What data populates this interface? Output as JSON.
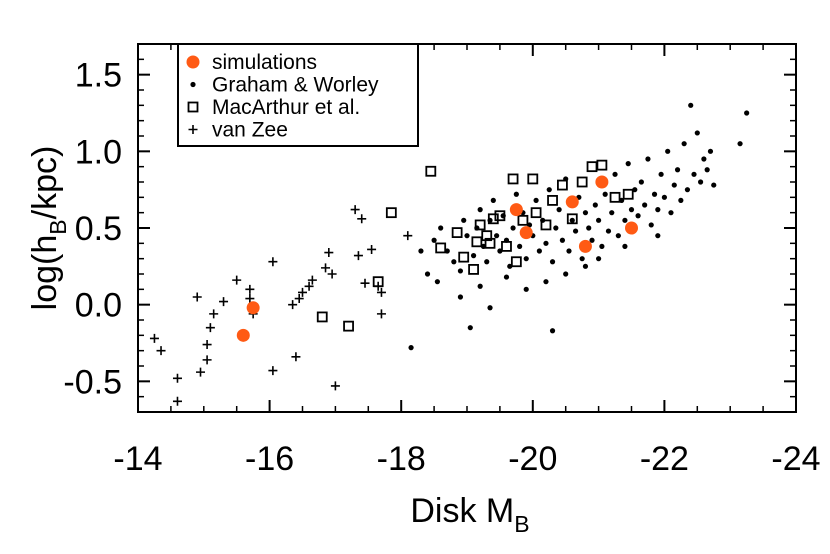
{
  "chart_data": {
    "type": "scatter",
    "title": "",
    "xlabel": "Disk M",
    "xlabel_sub": "B",
    "ylabel_pre": "log(h",
    "ylabel_sub": "B",
    "ylabel_post": "/kpc)",
    "xlim": [
      -14,
      -24
    ],
    "ylim": [
      -0.7,
      1.7
    ],
    "x_ticks": [
      -14,
      -16,
      -18,
      -20,
      -22,
      -24
    ],
    "y_ticks": [
      -0.5,
      0.0,
      0.5,
      1.0,
      1.5
    ],
    "x_tick_labels": [
      "-14",
      "-16",
      "-18",
      "-20",
      "-22",
      "-24"
    ],
    "y_tick_labels": [
      "-0.5",
      "0.0",
      "0.5",
      "1.0",
      "1.5"
    ],
    "grid": false,
    "legend_position": "top-left",
    "series": [
      {
        "name": "simulations",
        "marker": "large-filled-circle",
        "color": "#ff5a14",
        "points": [
          [
            -15.6,
            -0.2
          ],
          [
            -15.75,
            -0.02
          ],
          [
            -19.75,
            0.62
          ],
          [
            -19.9,
            0.47
          ],
          [
            -20.6,
            0.67
          ],
          [
            -20.8,
            0.38
          ],
          [
            -21.05,
            0.8
          ],
          [
            -21.5,
            0.5
          ]
        ]
      },
      {
        "name": "Graham & Worley",
        "marker": "small-filled-circle",
        "color": "#000000",
        "points": [
          [
            -18.15,
            -0.28
          ],
          [
            -18.3,
            0.35
          ],
          [
            -18.5,
            0.42
          ],
          [
            -18.6,
            0.5
          ],
          [
            -18.7,
            0.35
          ],
          [
            -18.8,
            0.28
          ],
          [
            -18.9,
            0.22
          ],
          [
            -18.95,
            0.55
          ],
          [
            -19.0,
            0.45
          ],
          [
            -19.05,
            -0.15
          ],
          [
            -19.1,
            0.32
          ],
          [
            -19.15,
            0.5
          ],
          [
            -19.2,
            0.62
          ],
          [
            -19.25,
            0.38
          ],
          [
            -19.3,
            0.28
          ],
          [
            -19.35,
            0.55
          ],
          [
            -19.4,
            0.68
          ],
          [
            -19.45,
            0.45
          ],
          [
            -19.5,
            0.35
          ],
          [
            -19.55,
            0.58
          ],
          [
            -19.6,
            0.42
          ],
          [
            -19.65,
            0.25
          ],
          [
            -19.7,
            0.5
          ],
          [
            -19.75,
            0.72
          ],
          [
            -19.8,
            0.38
          ],
          [
            -19.85,
            0.6
          ],
          [
            -19.9,
            0.3
          ],
          [
            -19.95,
            0.52
          ],
          [
            -20.0,
            0.45
          ],
          [
            -20.05,
            0.68
          ],
          [
            -20.1,
            0.35
          ],
          [
            -20.15,
            0.55
          ],
          [
            -20.2,
            0.4
          ],
          [
            -20.25,
            0.75
          ],
          [
            -20.3,
            0.28
          ],
          [
            -20.35,
            0.5
          ],
          [
            -20.4,
            0.62
          ],
          [
            -20.45,
            0.42
          ],
          [
            -20.5,
            0.82
          ],
          [
            -20.55,
            0.35
          ],
          [
            -20.6,
            0.55
          ],
          [
            -20.65,
            0.48
          ],
          [
            -20.7,
            0.7
          ],
          [
            -20.75,
            0.3
          ],
          [
            -20.8,
            0.6
          ],
          [
            -20.85,
            0.5
          ],
          [
            -20.9,
            0.42
          ],
          [
            -20.95,
            0.65
          ],
          [
            -21.0,
            0.55
          ],
          [
            -21.05,
            0.38
          ],
          [
            -21.1,
            0.72
          ],
          [
            -21.15,
            0.48
          ],
          [
            -21.2,
            0.6
          ],
          [
            -21.25,
            0.85
          ],
          [
            -21.3,
            0.45
          ],
          [
            -21.35,
            0.68
          ],
          [
            -21.4,
            0.55
          ],
          [
            -21.45,
            0.92
          ],
          [
            -21.5,
            0.62
          ],
          [
            -21.55,
            0.75
          ],
          [
            -21.6,
            0.58
          ],
          [
            -21.65,
            0.8
          ],
          [
            -21.7,
            0.65
          ],
          [
            -21.75,
            0.95
          ],
          [
            -21.8,
            0.52
          ],
          [
            -21.85,
            0.72
          ],
          [
            -21.9,
            0.62
          ],
          [
            -21.95,
            0.85
          ],
          [
            -22.0,
            0.7
          ],
          [
            -22.05,
            1.0
          ],
          [
            -22.1,
            0.6
          ],
          [
            -22.15,
            0.78
          ],
          [
            -22.2,
            0.88
          ],
          [
            -22.25,
            0.68
          ],
          [
            -22.3,
            1.05
          ],
          [
            -22.35,
            0.75
          ],
          [
            -22.4,
            1.3
          ],
          [
            -22.45,
            0.85
          ],
          [
            -22.5,
            1.12
          ],
          [
            -22.55,
            0.8
          ],
          [
            -22.6,
            0.95
          ],
          [
            -22.65,
            0.88
          ],
          [
            -22.7,
            1.0
          ],
          [
            -22.75,
            0.78
          ],
          [
            -23.15,
            1.05
          ],
          [
            -23.25,
            1.25
          ],
          [
            -20.3,
            -0.17
          ],
          [
            -19.35,
            -0.02
          ],
          [
            -18.55,
            0.15
          ],
          [
            -18.9,
            0.05
          ],
          [
            -20.5,
            0.2
          ],
          [
            -21.0,
            0.3
          ],
          [
            -20.2,
            0.15
          ],
          [
            -19.6,
            0.18
          ],
          [
            -20.8,
            0.25
          ],
          [
            -21.4,
            0.38
          ],
          [
            -21.9,
            0.45
          ],
          [
            -19.2,
            0.12
          ],
          [
            -18.4,
            0.2
          ],
          [
            -19.9,
            0.1
          ]
        ]
      },
      {
        "name": "MacArthur et al.",
        "marker": "open-square",
        "color": "#000000",
        "points": [
          [
            -16.8,
            -0.08
          ],
          [
            -17.2,
            -0.14
          ],
          [
            -17.65,
            0.15
          ],
          [
            -17.85,
            0.6
          ],
          [
            -18.45,
            0.87
          ],
          [
            -18.6,
            0.37
          ],
          [
            -18.85,
            0.47
          ],
          [
            -18.95,
            0.31
          ],
          [
            -19.1,
            0.23
          ],
          [
            -19.15,
            0.41
          ],
          [
            -19.2,
            0.52
          ],
          [
            -19.3,
            0.45
          ],
          [
            -19.35,
            0.4
          ],
          [
            -19.4,
            0.56
          ],
          [
            -19.5,
            0.58
          ],
          [
            -19.6,
            0.38
          ],
          [
            -19.7,
            0.82
          ],
          [
            -19.75,
            0.28
          ],
          [
            -19.85,
            0.55
          ],
          [
            -20.0,
            0.82
          ],
          [
            -20.05,
            0.6
          ],
          [
            -20.2,
            0.52
          ],
          [
            -20.3,
            0.68
          ],
          [
            -20.45,
            0.78
          ],
          [
            -20.6,
            0.56
          ],
          [
            -20.75,
            0.8
          ],
          [
            -20.9,
            0.9
          ],
          [
            -21.05,
            0.91
          ],
          [
            -21.25,
            0.7
          ],
          [
            -21.45,
            0.72
          ]
        ]
      },
      {
        "name": "van Zee",
        "marker": "plus",
        "color": "#000000",
        "points": [
          [
            -14.25,
            -0.22
          ],
          [
            -14.35,
            -0.3
          ],
          [
            -14.6,
            -0.48
          ],
          [
            -14.6,
            -0.63
          ],
          [
            -14.9,
            0.05
          ],
          [
            -14.95,
            -0.44
          ],
          [
            -15.05,
            -0.36
          ],
          [
            -15.05,
            -0.26
          ],
          [
            -15.1,
            -0.15
          ],
          [
            -15.15,
            -0.06
          ],
          [
            -15.3,
            0.02
          ],
          [
            -15.5,
            0.16
          ],
          [
            -15.7,
            0.1
          ],
          [
            -15.7,
            0.04
          ],
          [
            -15.75,
            -0.06
          ],
          [
            -16.05,
            0.28
          ],
          [
            -16.05,
            -0.43
          ],
          [
            -16.35,
            0.0
          ],
          [
            -16.4,
            -0.34
          ],
          [
            -16.45,
            0.04
          ],
          [
            -16.5,
            0.08
          ],
          [
            -16.6,
            0.12
          ],
          [
            -16.65,
            0.16
          ],
          [
            -16.85,
            0.24
          ],
          [
            -16.9,
            0.34
          ],
          [
            -16.95,
            0.2
          ],
          [
            -17.0,
            -0.53
          ],
          [
            -17.3,
            0.62
          ],
          [
            -17.35,
            0.32
          ],
          [
            -17.4,
            0.56
          ],
          [
            -17.45,
            0.14
          ],
          [
            -17.55,
            0.36
          ],
          [
            -17.65,
            0.12
          ],
          [
            -17.7,
            0.08
          ],
          [
            -17.7,
            -0.06
          ],
          [
            -18.1,
            0.45
          ]
        ]
      }
    ]
  }
}
